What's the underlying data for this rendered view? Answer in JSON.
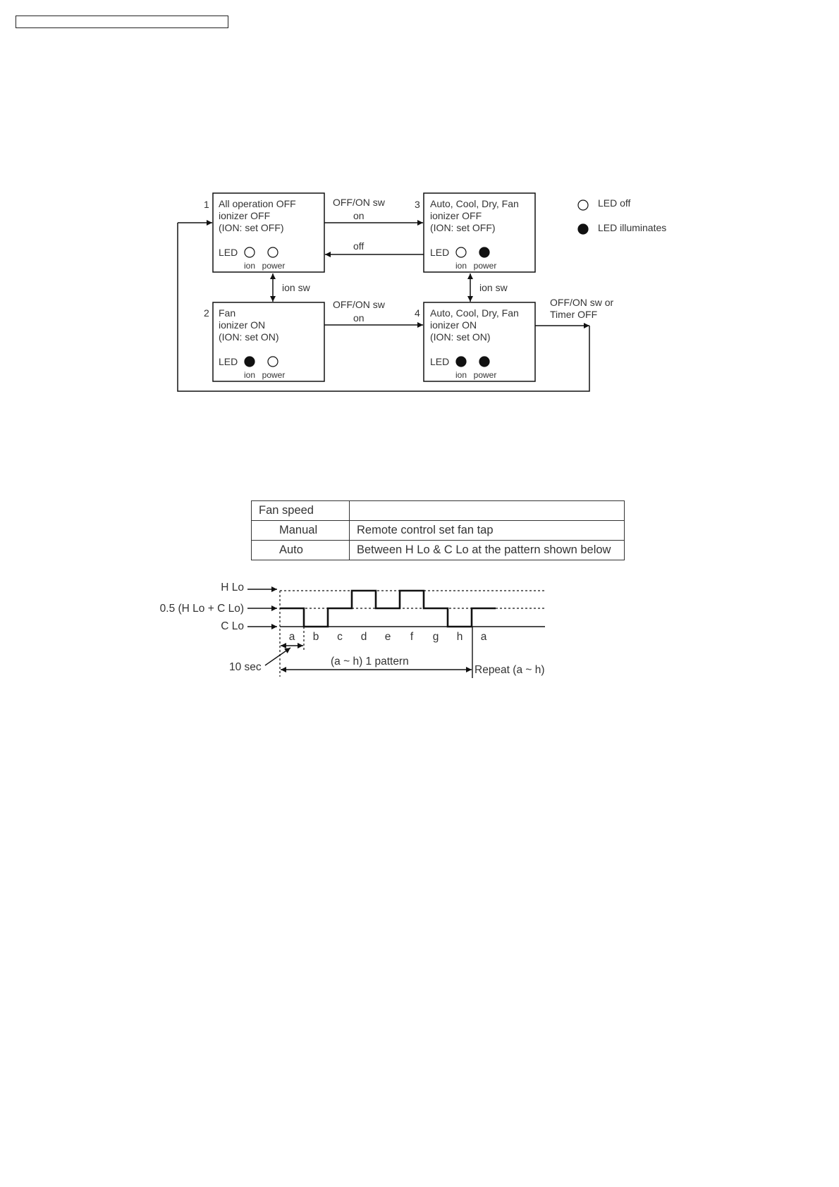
{
  "legend": {
    "led_off": "LED off",
    "led_on": "LED illuminates"
  },
  "states": [
    {
      "number": "1",
      "lines": [
        "All operation OFF",
        "ionizer OFF",
        "(ION: set OFF)"
      ],
      "led": {
        "ion": "off",
        "power": "off"
      }
    },
    {
      "number": "2",
      "lines": [
        "Fan",
        "ionizer ON",
        "(ION: set ON)"
      ],
      "led": {
        "ion": "on",
        "power": "off"
      }
    },
    {
      "number": "3",
      "lines": [
        "Auto, Cool, Dry, Fan",
        "ionizer OFF",
        "(ION: set OFF)"
      ],
      "led": {
        "ion": "off",
        "power": "on"
      }
    },
    {
      "number": "4",
      "lines": [
        "Auto, Cool, Dry, Fan",
        "ionizer ON",
        "(ION: set ON)"
      ],
      "led": {
        "ion": "on",
        "power": "on"
      }
    }
  ],
  "led_label": "LED",
  "led_ion_label": "ion",
  "led_power_label": "power",
  "transitions": {
    "offon_sw": "OFF/ON sw",
    "on": "on",
    "off": "off",
    "ion_sw": "ion sw",
    "offon_or_timer_1": "OFF/ON sw or",
    "offon_or_timer_2": "Timer OFF"
  },
  "table": {
    "header": [
      "Fan speed",
      ""
    ],
    "rows": [
      [
        "Manual",
        "Remote control set fan tap"
      ],
      [
        "Auto",
        "Between H Lo & C Lo at the pattern shown below"
      ]
    ]
  },
  "pattern": {
    "level_labels": {
      "high": "H Lo",
      "mid": "0.5 (H Lo + C Lo)",
      "low": "C Lo"
    },
    "segments": [
      "a",
      "b",
      "c",
      "d",
      "e",
      "f",
      "g",
      "h",
      "a"
    ],
    "segment_levels": [
      "mid",
      "low",
      "mid",
      "high",
      "mid",
      "high",
      "mid",
      "low",
      "mid"
    ],
    "interval_label": "10 sec",
    "pattern_label": "(a ~ h) 1 pattern",
    "repeat_label": "Repeat (a ~ h)"
  }
}
